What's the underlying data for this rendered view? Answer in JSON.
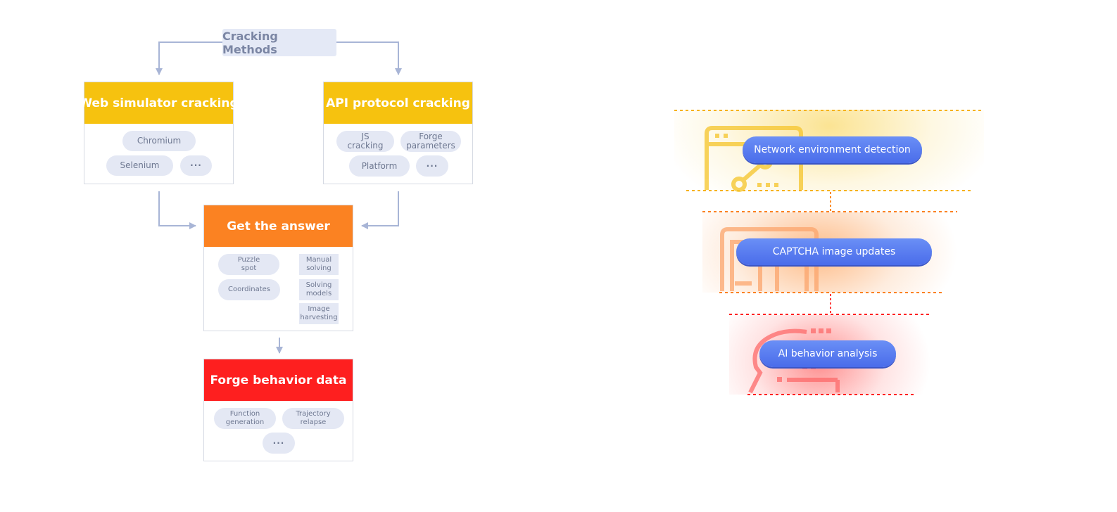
{
  "flow": {
    "root": "Cracking Methods",
    "web": {
      "title": "Web simulator cracking",
      "items": [
        "Chromium",
        "Selenium",
        "···"
      ]
    },
    "api": {
      "title": "API protocol cracking",
      "items": [
        "JS cracking",
        "Forge parameters",
        "Platform",
        "···"
      ]
    },
    "answer": {
      "title": "Get the answer",
      "items": [
        "Puzzle spot",
        "Coordinates"
      ],
      "methods": [
        "Manual solving",
        "Solving models",
        "Image harvesting"
      ]
    },
    "forge": {
      "title": "Forge behavior data",
      "items": [
        "Function generation",
        "Trajectory relapse",
        "···"
      ]
    }
  },
  "defense": {
    "layers": [
      {
        "label": "Network environment detection",
        "color": "#f6c20f"
      },
      {
        "label": "CAPTCHA image updates",
        "color": "#fb8222"
      },
      {
        "label": "AI behavior analysis",
        "color": "#fe1f1f"
      }
    ]
  },
  "colors": {
    "accent_blue": "#4a6cea",
    "connector": "#a8b5d6"
  }
}
